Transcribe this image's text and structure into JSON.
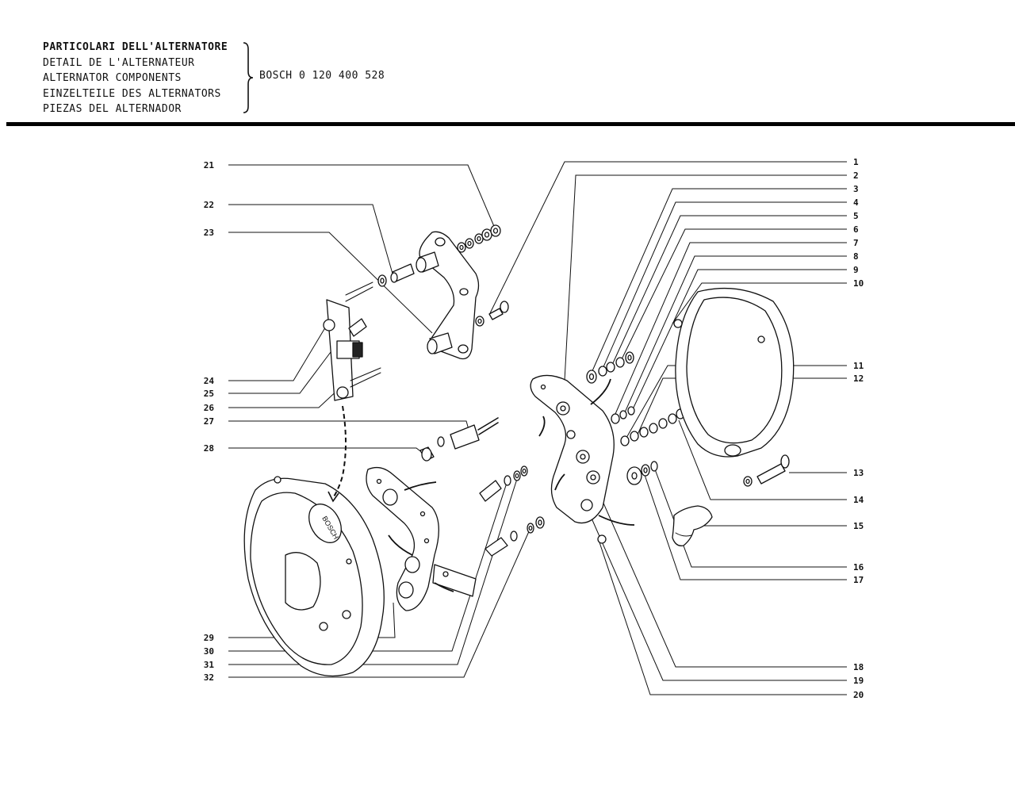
{
  "header": {
    "titles": [
      "PARTICOLARI DELL'ALTERNATORE",
      "DETAIL DE L'ALTERNATEUR",
      "ALTERNATOR COMPONENTS",
      "EINZELTEILE DES ALTERNATORS",
      "PIEZAS DEL ALTERNADOR"
    ],
    "model": "BOSCH 0 120 400 528"
  },
  "diagram": {
    "housing_stamp": "BOSCH",
    "callouts_left": [
      "21",
      "22",
      "23",
      "24",
      "25",
      "26",
      "27",
      "28",
      "29",
      "30",
      "31",
      "32"
    ],
    "callouts_right": [
      "1",
      "2",
      "3",
      "4",
      "5",
      "6",
      "7",
      "8",
      "9",
      "10",
      "11",
      "12",
      "13",
      "14",
      "15",
      "16",
      "17",
      "18",
      "19",
      "20"
    ]
  }
}
